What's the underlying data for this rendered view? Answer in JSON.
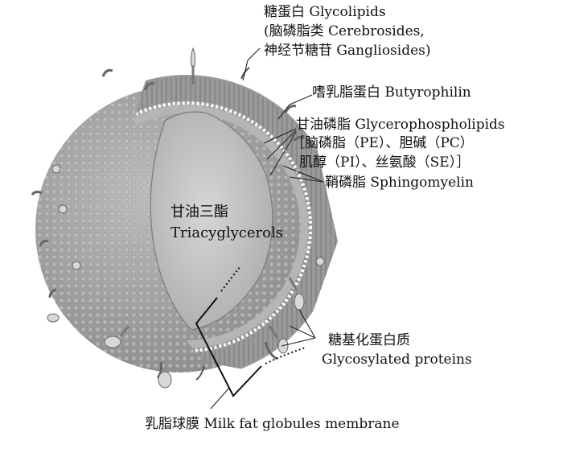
{
  "labels": {
    "glycolipids": {
      "line1": "糖蛋白  Glycolipids",
      "line2": "(脑磷脂类  Cerebrosides,",
      "line3": "神经节糖苷  Gangliosides)"
    },
    "butyrophilin": "嗜乳脂蛋白  Butyrophilin",
    "glycerophospholipids": {
      "line1": "甘油磷脂  Glycerophospholipids",
      "line2": "［脑磷脂（PE）、胆碱（PC）",
      "line3": "肌醇（PI）、丝氨酸（SE）］"
    },
    "sphingomyelin": "鞘磷脂  Sphingomyelin",
    "triacylglycerols": {
      "zh": "甘油三酯",
      "en": "Triacyglycerols"
    },
    "glycosylated_proteins": {
      "zh": "糖基化蛋白质",
      "en": "Glycosylated proteins"
    },
    "membrane": "乳脂球膜  Milk fat globules membrane"
  },
  "colors": {
    "globule": "#a9a9a9",
    "core": "#c8c8c8",
    "membrane": "#8e8e8e",
    "line": "#222222"
  }
}
